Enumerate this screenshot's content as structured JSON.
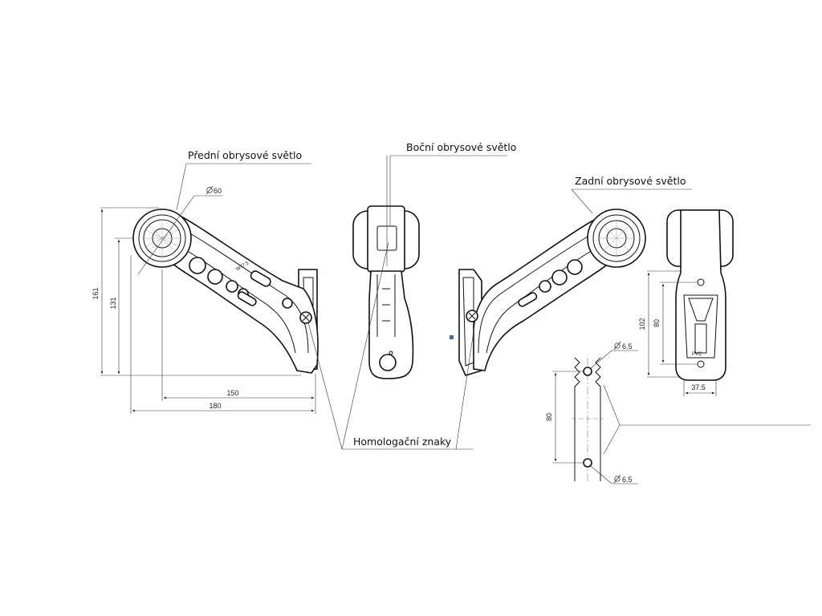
{
  "labels": {
    "front": "Přední obrysové světlo",
    "side": "Boční obrysové světlo",
    "rear": "Zadní obrysové světlo",
    "homologation": "Homologační znaky"
  },
  "dimensions": {
    "front_diameter": "60",
    "height_161": "161",
    "height_131": "131",
    "width_150": "150",
    "width_180": "180",
    "height_102": "102",
    "height_80_rear": "80",
    "width_37_5": "37.5",
    "hole_top": "6.5",
    "hole_bottom": "6.5",
    "hole_spacing": "80"
  },
  "markings": {
    "arm_text": "W77.5",
    "plate_text": "PVC"
  },
  "icons": [
    "diameter-symbol-icon"
  ]
}
